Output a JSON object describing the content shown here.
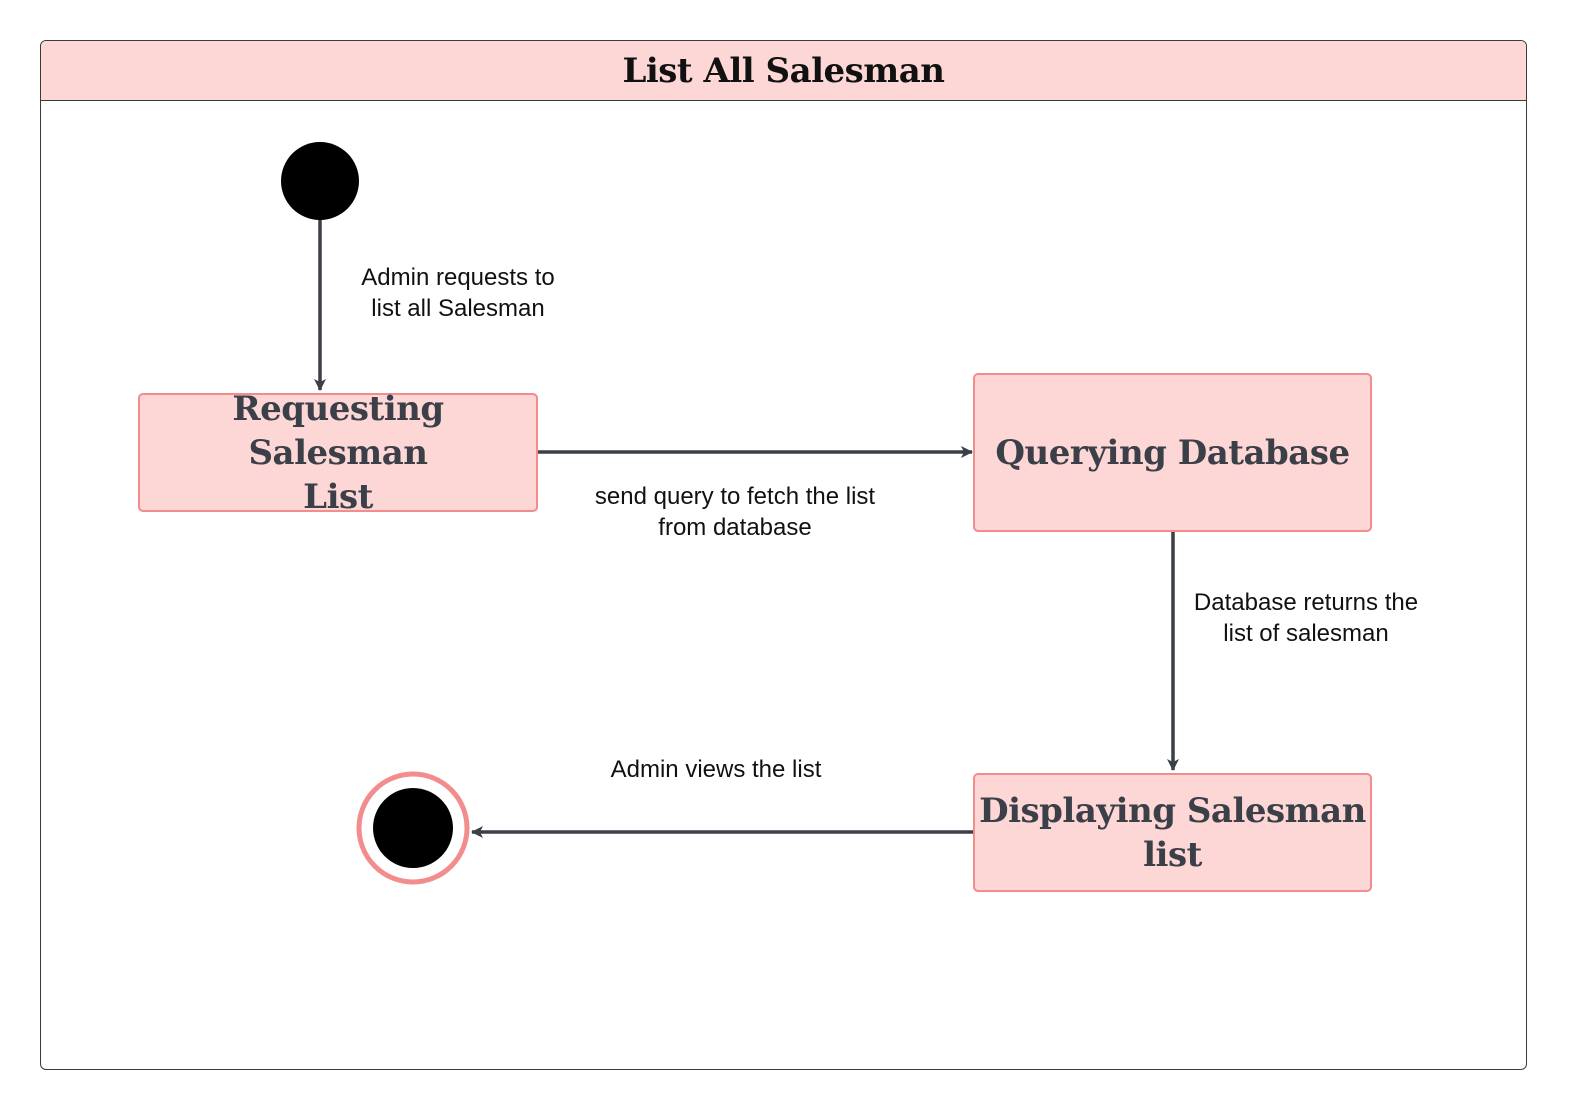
{
  "diagram": {
    "title": "List All Salesman"
  },
  "states": {
    "requesting": {
      "line1": "Requesting Salesman",
      "line2": "List"
    },
    "querying": {
      "line1": "Querying Database"
    },
    "displaying": {
      "line1": "Displaying Salesman",
      "line2": "list"
    }
  },
  "transitions": {
    "admin_requests": {
      "line1": "Admin requests to",
      "line2": "list all Salesman"
    },
    "send_query": {
      "line1": "send query to fetch the list",
      "line2": "from database"
    },
    "db_returns": {
      "line1": "Database returns the",
      "line2": "list of salesman"
    },
    "admin_views": {
      "line1": "Admin views the list"
    }
  },
  "colors": {
    "state_fill": "#fdd6d6",
    "state_border": "#f38c8c",
    "edge": "#3a3f48",
    "final_ring": "#f38c8c"
  }
}
